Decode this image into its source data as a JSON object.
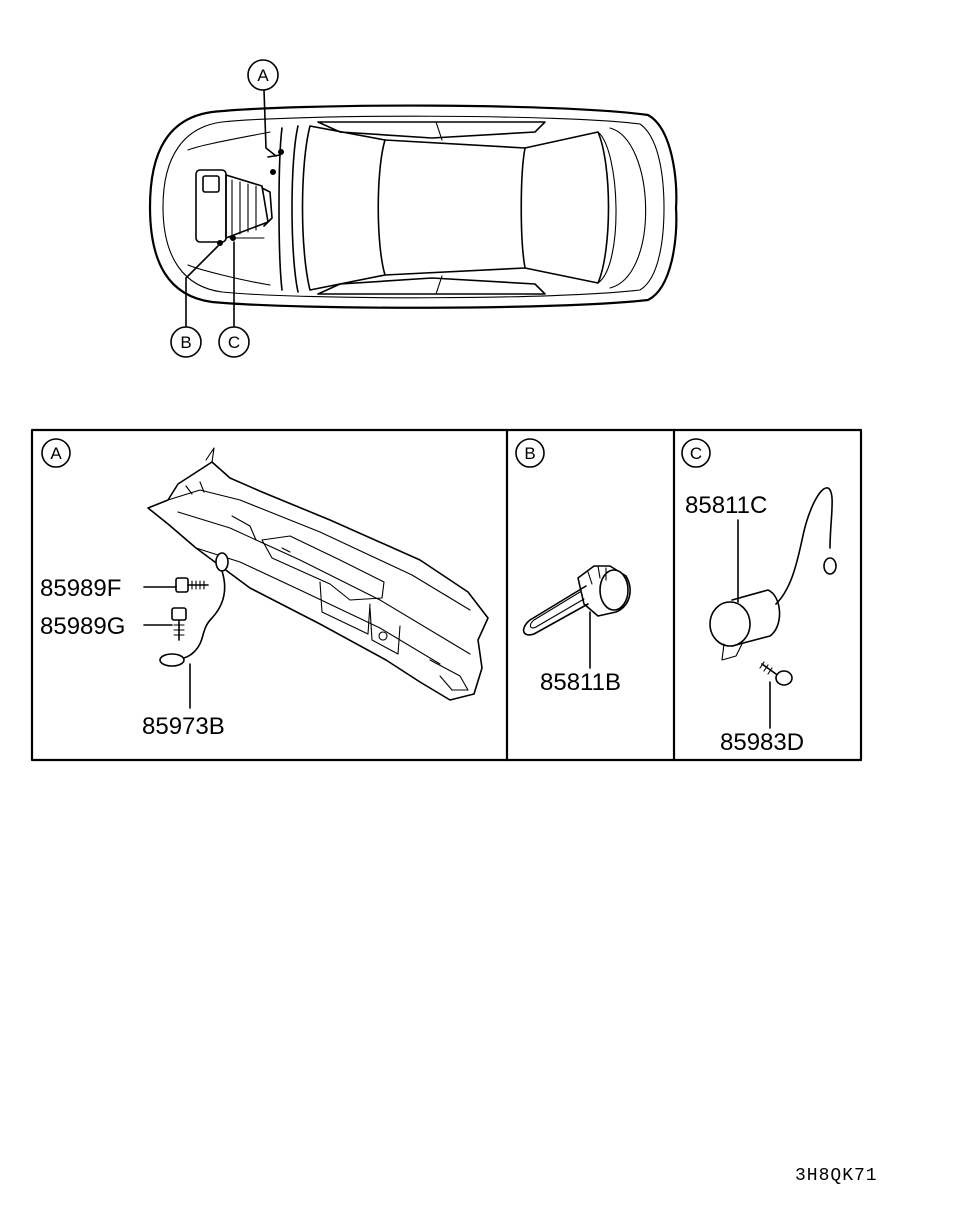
{
  "overview": {
    "callouts": {
      "a": "A",
      "b": "B",
      "c": "C"
    }
  },
  "panels": {
    "a": {
      "label": "A",
      "parts": {
        "bolt_f": "85989F",
        "bolt_g": "85989G",
        "strap": "85973B"
      }
    },
    "b": {
      "label": "B",
      "parts": {
        "capacitor": "85811B"
      }
    },
    "c": {
      "label": "C",
      "parts": {
        "capacitor": "85811C",
        "screw": "85983D"
      }
    }
  },
  "diagram_code": "3H8QK71"
}
